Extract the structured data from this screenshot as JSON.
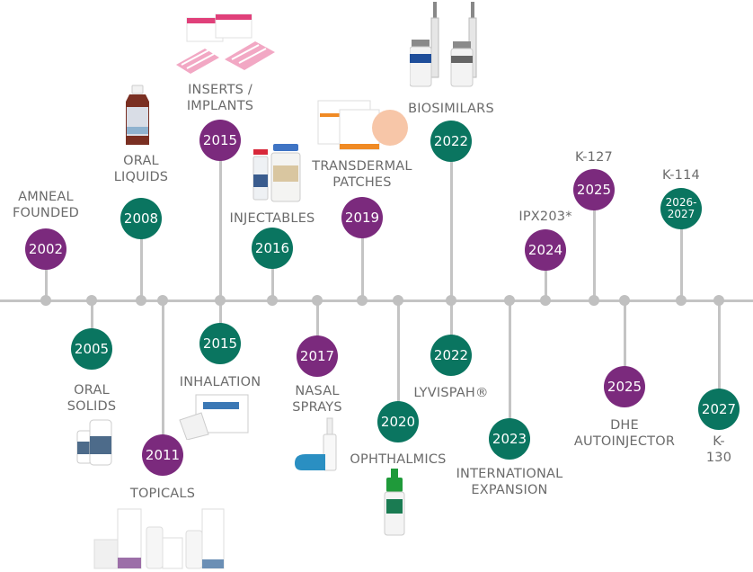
{
  "colors": {
    "purple": "#7b2a7d",
    "teal": "#0a7560",
    "line": "#c4c4c4",
    "text": "#6b6b6b"
  },
  "milestones": [
    {
      "year": "2002",
      "label": "AMNEAL\nFOUNDED",
      "color": "purple",
      "side": "above",
      "image": null
    },
    {
      "year": "2005",
      "label": "ORAL\nSOLIDS",
      "color": "teal",
      "side": "below",
      "image": "oral-solids-bottles"
    },
    {
      "year": "2008",
      "label": "ORAL\nLIQUIDS",
      "color": "teal",
      "side": "above",
      "image": "oral-liquids-bottle"
    },
    {
      "year": "2011",
      "label": "TOPICALS",
      "color": "purple",
      "side": "below",
      "image": "topicals-products"
    },
    {
      "year": "2015",
      "label": "INSERTS /\nIMPLANTS",
      "color": "purple",
      "side": "above",
      "image": "inserts-packages"
    },
    {
      "year": "2015",
      "label": "INHALATION",
      "color": "teal",
      "side": "below",
      "image": "inhalation-box"
    },
    {
      "year": "2016",
      "label": "INJECTABLES",
      "color": "teal",
      "side": "above",
      "image": "injectable-vials"
    },
    {
      "year": "2017",
      "label": "NASAL\nSPRAYS",
      "color": "purple",
      "side": "below",
      "image": "nasal-spray"
    },
    {
      "year": "2019",
      "label": "TRANSDERMAL\nPATCHES",
      "color": "purple",
      "side": "above",
      "image": "transdermal-patches"
    },
    {
      "year": "2020",
      "label": "OPHTHALMICS",
      "color": "teal",
      "side": "below",
      "image": "eye-drop-bottle"
    },
    {
      "year": "2022",
      "label": "BIOSIMILARS",
      "color": "teal",
      "side": "above",
      "image": "biosimilar-vials"
    },
    {
      "year": "2022",
      "label": "LYVISPAH®",
      "color": "teal",
      "side": "below",
      "image": null
    },
    {
      "year": "2023",
      "label": "INTERNATIONAL\nEXPANSION",
      "color": "teal",
      "side": "below",
      "image": null
    },
    {
      "year": "2024",
      "label": "IPX203*",
      "color": "purple",
      "side": "above",
      "image": null
    },
    {
      "year": "2025",
      "label": "K-127",
      "color": "purple",
      "side": "above",
      "image": null
    },
    {
      "year": "2025",
      "label": "DHE\nAUTOINJECTOR",
      "color": "purple",
      "side": "below",
      "image": null
    },
    {
      "year": "2026-\n2027",
      "label": "K-114",
      "color": "teal",
      "side": "above",
      "image": null
    },
    {
      "year": "2027",
      "label": "K-130",
      "color": "teal",
      "side": "below",
      "image": null
    }
  ]
}
